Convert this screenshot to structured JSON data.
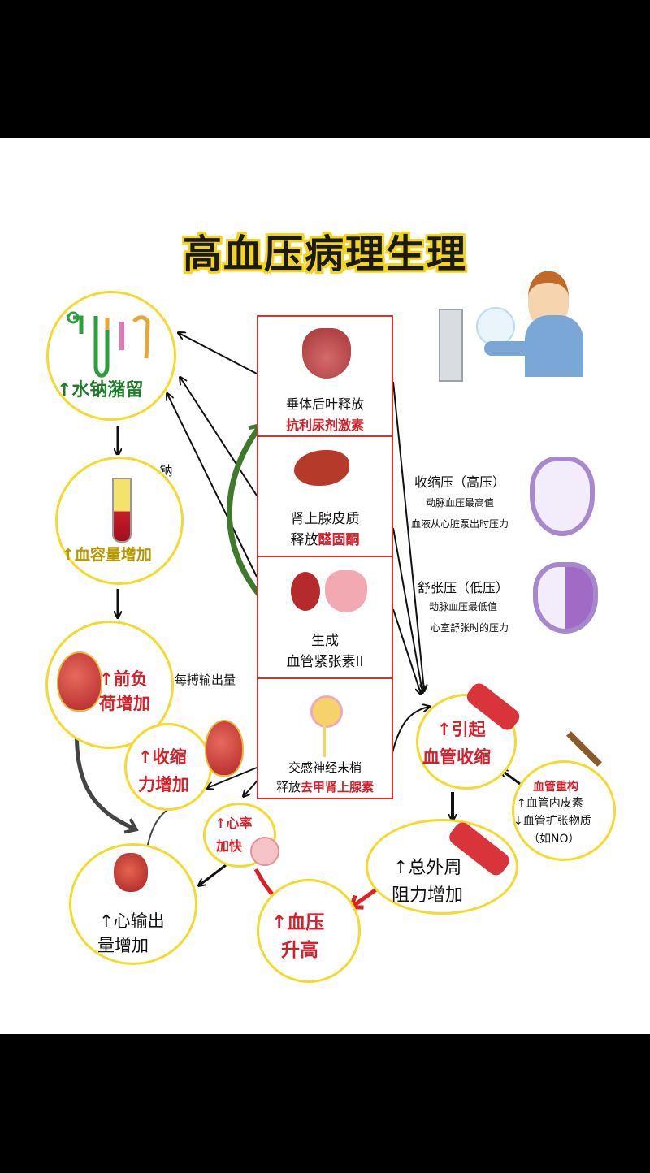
{
  "title": "高血压病理生理",
  "left_chain": {
    "water_sodium": "↑水钠潴留",
    "plasma_label": "血浆中的水&钠",
    "blood_volume": "↑血容量增加",
    "preload_line1": "↑前负",
    "preload_line2": "荷增加",
    "stroke_output": "每搏输出量",
    "contractility_line1": "↑收缩",
    "contractility_line2": "力增加",
    "heart_rate_line1": "↑心率",
    "heart_rate_line2": "加快",
    "cardiac_output_line1": "↑心输出",
    "cardiac_output_line2": "量增加",
    "bp_line1": "↑血压",
    "bp_line2": "升高"
  },
  "center_box": {
    "pituitary_line1": "垂体后叶释放",
    "pituitary_line2": "抗利尿剂激素",
    "adrenal_line1": "肾上腺皮质",
    "adrenal_line2a": "释放",
    "adrenal_line2b": "醛固酮",
    "angiotensin_line1": "生成",
    "angiotensin_line2": "血管紧张素II",
    "sympathetic_line1": "交感神经末梢",
    "sympathetic_line2a": "释放",
    "sympathetic_line2b": "去甲肾上腺素"
  },
  "right_side": {
    "systolic_title": "收缩压（高压）",
    "systolic_desc1": "动脉血压最高值",
    "systolic_desc2": "血液从心脏泵出时压力",
    "diastolic_title": "舒张压（低压）",
    "diastolic_desc1": "动脉血压最低值",
    "diastolic_desc2": "心室舒张时的压力",
    "vasoconstriction_line1": "↑引起",
    "vasoconstriction_line2": "血管收缩",
    "remodel_line1": "血管重构",
    "remodel_line2": "↑血管内皮素",
    "remodel_line3": "↓血管扩张物质",
    "remodel_line4": "（如NO）",
    "resistance_line1": "↑总外周",
    "resistance_line2": "阻力增加"
  },
  "colors": {
    "circle_border": "#f3da2c",
    "box_border": "#d83131",
    "green_arrow": "#3f7a2a",
    "red_text": "#d3202a",
    "green_text": "#1f7a2a"
  }
}
